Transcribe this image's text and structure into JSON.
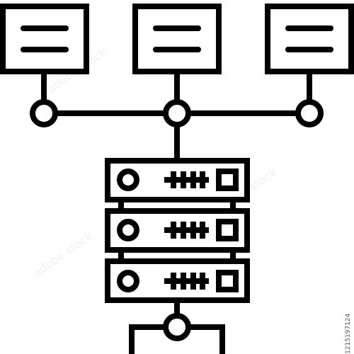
{
  "icon": {
    "subject": "server-network-icon",
    "stroke_color": "#000000",
    "background_color": "#ffffff",
    "document_count": 3,
    "server_unit_count": 3
  },
  "watermark": {
    "id_text": "1215197124",
    "word": "adobe stock"
  }
}
